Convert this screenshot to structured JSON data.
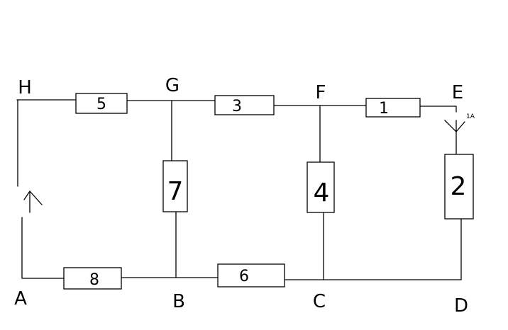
{
  "nodes": {
    "H": "H",
    "G": "G",
    "F": "F",
    "E": "E",
    "A": "A",
    "B": "B",
    "C": "C",
    "D": "D"
  },
  "resistors": {
    "r1": "1",
    "r2": "2",
    "r3": "3",
    "r4": "4",
    "r5": "5",
    "r6": "6",
    "r7": "7",
    "r8": "8"
  },
  "current_label": "1A"
}
